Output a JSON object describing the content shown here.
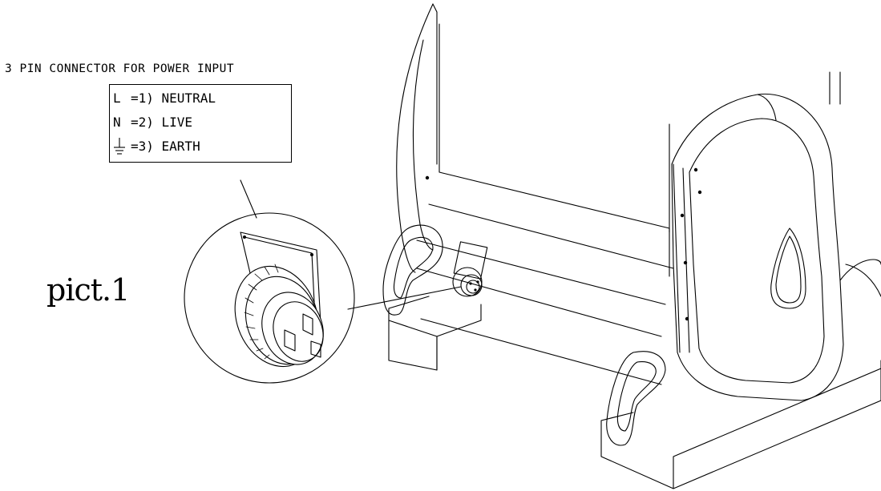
{
  "caption": "3 PIN CONNECTOR FOR POWER INPUT",
  "legend": {
    "rows": [
      {
        "symbol": "L",
        "definition": "=1) NEUTRAL"
      },
      {
        "symbol": "N",
        "definition": "=2) LIVE"
      },
      {
        "symbol_icon": "earth-ground-icon",
        "definition": "=3) EARTH"
      }
    ]
  },
  "figure_label": "pict.1"
}
